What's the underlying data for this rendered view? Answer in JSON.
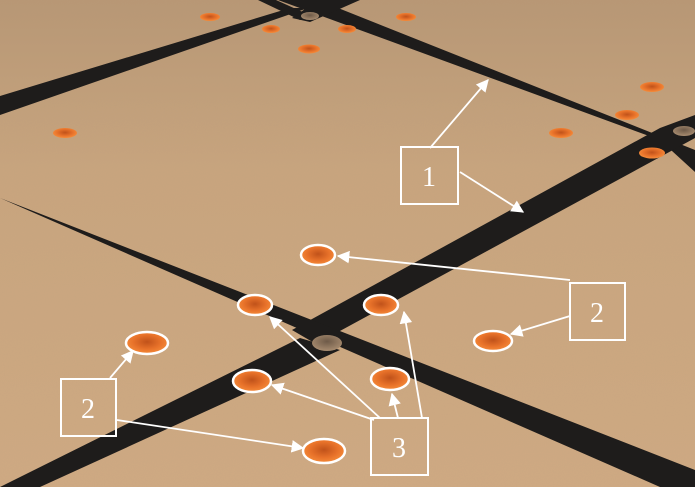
{
  "callouts": [
    {
      "id": "callout-1",
      "text": "1"
    },
    {
      "id": "callout-2-right",
      "text": "2"
    },
    {
      "id": "callout-2-left",
      "text": "2"
    },
    {
      "id": "callout-3",
      "text": "3"
    }
  ],
  "colors": {
    "board": "#c8a27a",
    "tape": "#1e1c1b",
    "peg": "#f07a2c",
    "peg_hole": "#c95a14",
    "annotation": "#ffffff"
  }
}
